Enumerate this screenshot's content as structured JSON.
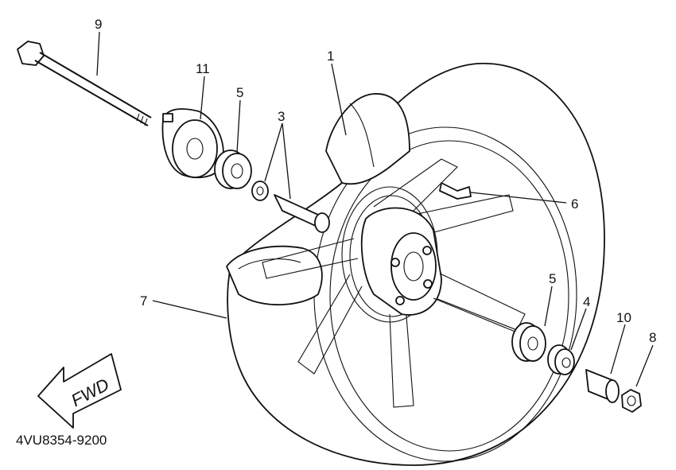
{
  "callouts": {
    "c1": "1",
    "c3": "3",
    "c4": "4",
    "c5a": "5",
    "c5b": "5",
    "c6": "6",
    "c7": "7",
    "c8": "8",
    "c9": "9",
    "c10": "10",
    "c11": "11"
  },
  "direction_label": "FWD",
  "diagram_code": "4VU8354-9200"
}
